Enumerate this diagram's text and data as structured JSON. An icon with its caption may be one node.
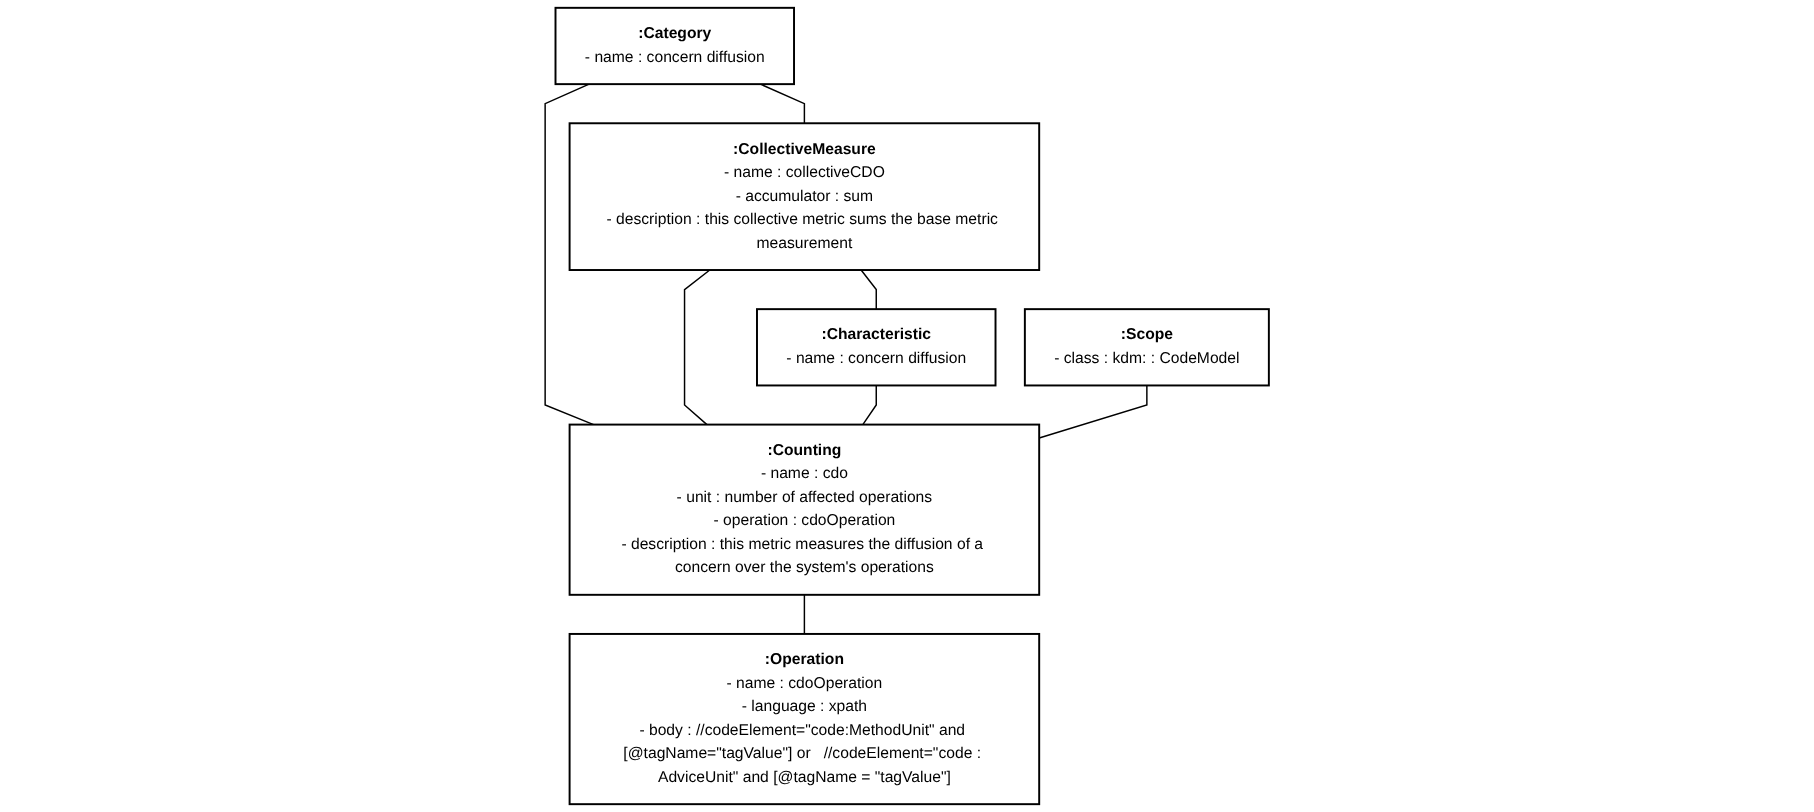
{
  "diagram": {
    "nodes": [
      {
        "text": [
          ":Category",
          "- name : concern diffusion"
        ]
      },
      {
        "text": [
          ":CollectiveMeasure",
          "- name : collectiveCDO",
          "- accumulator : sum",
          "- description : this collective metric sums the base metric measurement"
        ]
      },
      {
        "text": [
          ":Characteristic",
          "- name : concern diffusion"
        ]
      },
      {
        "text": [
          ":Scope",
          "- class : kdm: : CodeModel"
        ]
      },
      {
        "text": [
          ":Counting",
          "- name : cdo",
          "- unit : number of affected operations",
          "- operation : cdoOperation",
          "- description : this metric measures the diffusion of a concern over the system's operations"
        ]
      },
      {
        "text": [
          ":Operation",
          "- name : cdoOperation",
          "- language : xpath",
          "- body : //codeElement=\"code:MethodUnit\" and [@tagName=\"tagValue\"] or   //codeElement=\"code : AdviceUnit\" and [@tagName = \"tagValue\"]"
        ]
      }
    ],
    "edges": [
      {
        "from": 0,
        "to": 1,
        "arrow": "none"
      },
      {
        "from": 1,
        "to": 2,
        "arrow": "none"
      },
      {
        "from": 0,
        "to": 4,
        "arrow": "none"
      },
      {
        "from": 1,
        "to": 4,
        "arrow": "none"
      },
      {
        "from": 2,
        "to": 4,
        "arrow": "none"
      },
      {
        "from": 3,
        "to": 4,
        "arrow": "none"
      },
      {
        "from": 4,
        "to": 5,
        "arrow": "none"
      }
    ]
  }
}
